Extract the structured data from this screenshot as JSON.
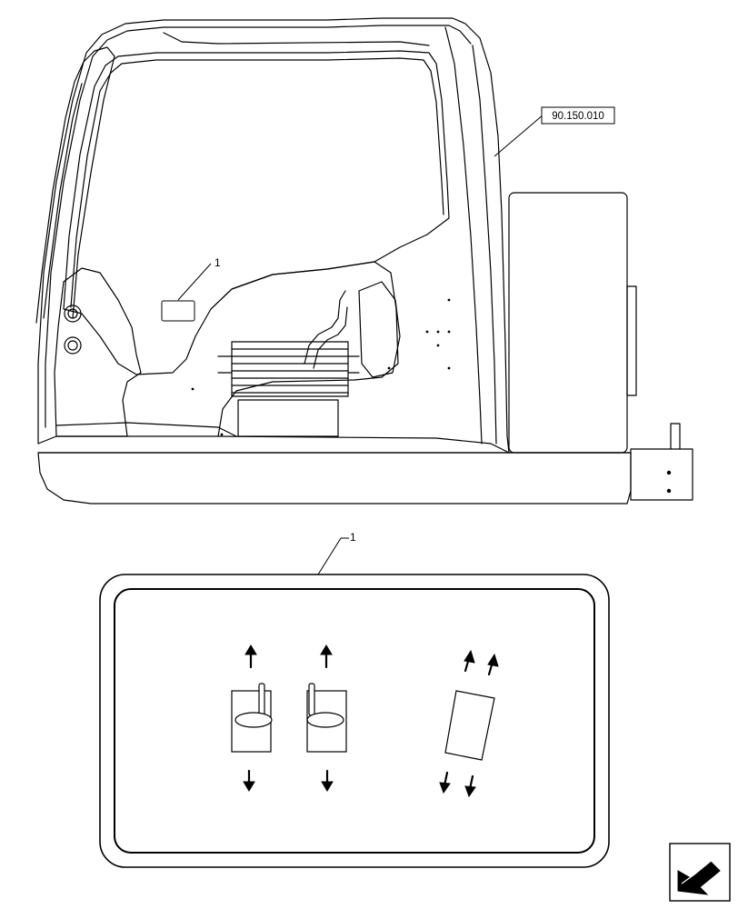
{
  "diagram": {
    "reference_box": "90.150.010",
    "callouts": [
      "1",
      "1"
    ]
  },
  "icons": {
    "navigation": "next-page-arrow-icon"
  }
}
